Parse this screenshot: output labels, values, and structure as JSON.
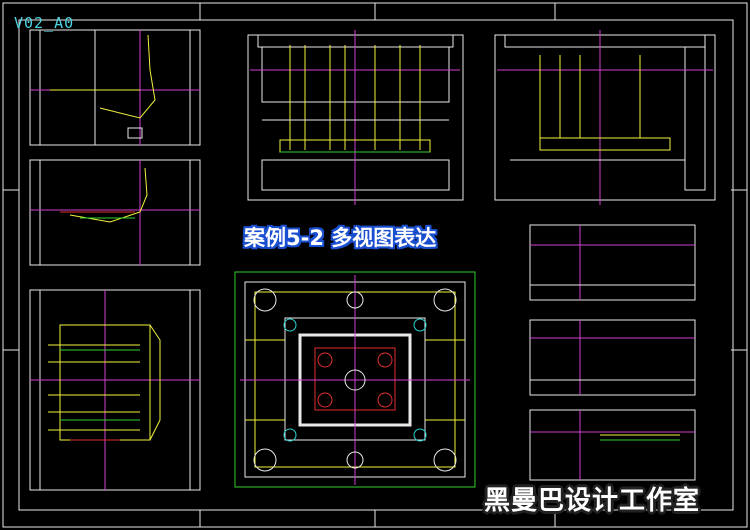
{
  "drawing": {
    "sheet_label": "V02_A0",
    "title_overlay": "案例5-2 多视图表达",
    "watermark": "黑曼巴设计工作室"
  },
  "colors": {
    "background": "#000000",
    "line_white": "#e8e8e8",
    "line_yellow": "#f2f23a",
    "line_magenta": "#d040d0",
    "line_green": "#30d030",
    "line_cyan": "#30d0d0",
    "line_red": "#e03030",
    "title_outline": "#1a4fd0"
  }
}
